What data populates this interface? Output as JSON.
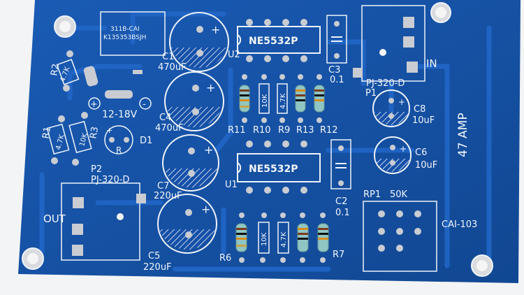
{
  "board": {
    "title": "47 AMP",
    "colors": {
      "board": "#1550a8",
      "board_dark": "#0f3f8a",
      "trace": "#1a5dbd",
      "silk": "#eef3fa",
      "pad": "#c9ccd2"
    }
  },
  "ics": [
    {
      "ref": "U2",
      "part": "NE5532P"
    },
    {
      "ref": "U1",
      "part": "NE5532P"
    }
  ],
  "caps": {
    "C1": {
      "ref": "C1",
      "value": "470uF"
    },
    "C4": {
      "ref": "C4",
      "value": "470uF"
    },
    "C7": {
      "ref": "C7",
      "value": "220uF"
    },
    "C5": {
      "ref": "C5",
      "value": "220uF"
    },
    "C8": {
      "ref": "C8",
      "value": "10uF"
    },
    "C6": {
      "ref": "C6",
      "value": "10uF"
    },
    "C3": {
      "ref": "C3",
      "value": "0.1"
    },
    "C2": {
      "ref": "C2",
      "value": "0.1"
    }
  },
  "resistors_top": [
    "R11",
    "R10",
    "R9",
    "R13",
    "R12"
  ],
  "resistor_values_top": [
    "10K",
    "4.7K"
  ],
  "resistors_left": {
    "R2": "R2",
    "R1": "R1",
    "R3": "R3",
    "v1": "4.7K",
    "v2": "4.7K",
    "v3": "10K"
  },
  "resistors_bottom": {
    "R6": "R6",
    "R7": "R7",
    "v1": "10K",
    "v2": "4.7K"
  },
  "labels": {
    "power": "12-18V",
    "plus": "+",
    "minus": "-",
    "d1": "D1",
    "r_mark": "R",
    "p2": "P2",
    "p2_part": "PJ-320-D",
    "p1": "P1",
    "p1_part": "PJ-320-D",
    "in": "IN",
    "out": "OUT",
    "rp1": "RP1",
    "rp1_value": "50K",
    "cai": "CAI-103",
    "chip_line1": "311B-CAI",
    "chip_line2": "K135353BSJH"
  }
}
